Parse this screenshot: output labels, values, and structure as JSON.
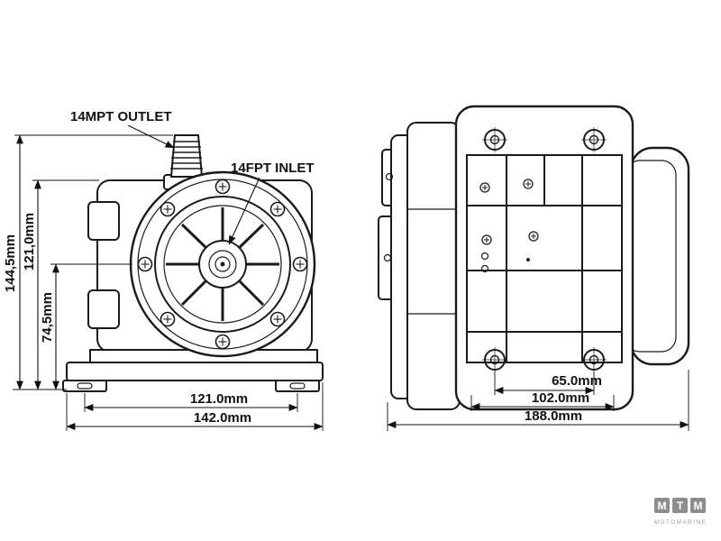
{
  "drawing": {
    "ink_color": "#1b1b1b",
    "background": "#ffffff"
  },
  "labels": {
    "outlet": "14MPT OUTLET",
    "inlet": "14FPT INLET"
  },
  "dims": {
    "front_height_total": "144,5mm",
    "front_height_body": "121,0mm",
    "front_height_center": "74,5mm",
    "front_width_feet": "121.0mm",
    "front_width_total": "142.0mm",
    "side_bolt_spacing": "65.0mm",
    "side_plate_width": "102.0mm",
    "side_width_total": "188.0mm"
  },
  "logo": {
    "letters": [
      "M",
      "T",
      "M"
    ],
    "subtitle": "MOTOMARINE",
    "tile_color": "#8d8d8d"
  }
}
